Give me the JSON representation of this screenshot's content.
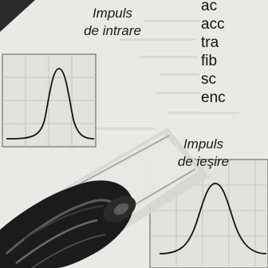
{
  "input_pulse": {
    "label_line1": "Impuls",
    "label_line2": "de intrare"
  },
  "output_pulse": {
    "label_line1": "Impuls",
    "label_line2": "de ieşire"
  },
  "side_text": [
    "ac",
    "acc",
    "tra",
    "fib",
    "sc",
    "enc"
  ],
  "colors": {
    "paper": "#e9e9e7",
    "ink": "#1a1a1a",
    "fiber_dark": "#1b1b1b",
    "fiber_sheath": "#d6d6d2"
  },
  "icons": [
    "optical-fiber-illustration",
    "pulse-curve-icon"
  ]
}
